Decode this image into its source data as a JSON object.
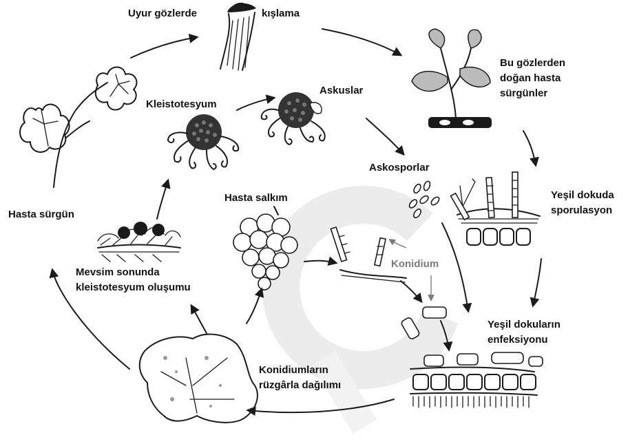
{
  "labels": {
    "uyur": "Uyur gözlerde",
    "kislama": "kışlama",
    "bu_gozlerden": "Bu gözlerden",
    "dogan_hasta": "doğan hasta",
    "surgunler": "sürgünler",
    "kleistotesyum": "Kleistotesyum",
    "askuslar": "Askuslar",
    "askosporlar": "Askosporlar",
    "yesil_dokuda": "Yeşil dokuda",
    "sporulasyon": "sporulasyon",
    "hasta_surgun": "Hasta sürgün",
    "hasta_salkim": "Hasta salkım",
    "konidium": "Konidium",
    "mevsim_sonunda": "Mevsim sonunda",
    "kleistotesyum_olusumu": "kleistotesyum oluşumu",
    "yesil_dokularin": "Yeşil dokuların",
    "enfeksiyonu": "enfeksiyonu",
    "konidiumlarin": "Konidiumların",
    "ruzgarla": "rüzgârla dağılımı"
  },
  "colors": {
    "ink": "#1a1a1a",
    "watermark": "#ececec",
    "konidium_label": "#7a7a7a"
  }
}
